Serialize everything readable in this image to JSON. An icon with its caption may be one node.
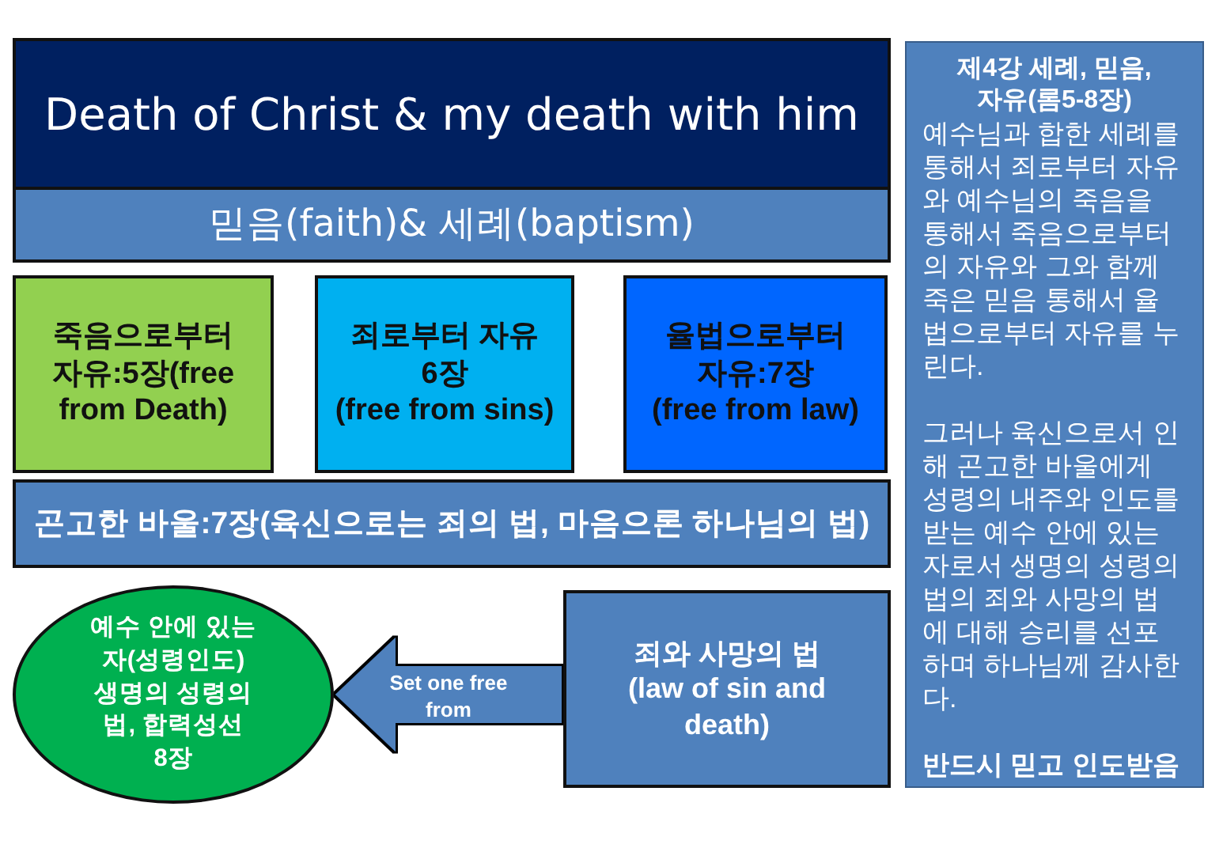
{
  "diagram": {
    "nodes": [
      {
        "text": [
          "Death of Christ & my death with him"
        ]
      },
      {
        "text": [
          "믿음(faith)& 세례(baptism)"
        ]
      },
      {
        "text": [
          "죽음으로부터 자유:5장(free from Death)"
        ]
      },
      {
        "text": [
          "죄로부터 자유 6장 (free from sins)"
        ]
      },
      {
        "text": [
          "율법으로부터 자유:7장 (free from law)"
        ]
      },
      {
        "text": [
          "곤고한 바울:7장(육신으로는 죄의 법, 마음으론 하나님의 법)"
        ]
      },
      {
        "text": [
          "예수 안에 있는 자(성령인도) 생명의 성령의 법, 합력성선 8장"
        ]
      },
      {
        "text": [
          "죄와 사망의 법 (law of sin and death)"
        ]
      },
      {
        "text": [
          "제4강 세례, 믿음, 자유(롬5-8장)",
          "예수님과 합한 세례를 통해서 죄로부터 자유와 예수님의 죽음을 통해서 죽음으로부터의 자유와 그와 함께 죽은 믿음 통해서 율법으로부터 자유를 누린다.",
          "그러나 육신으로서 인해 곤고한 바울에게 성령의 내주와 인도를 받는 예수 안에 있는 자로서 생명의 성령의 법의 죄와 사망의 법에 대해 승리를 선포하며 하나님께 감사한다.",
          "반드시 믿고 인도받음"
        ]
      }
    ],
    "edges": [
      {
        "from": 7,
        "to": 6,
        "arrow": "to",
        "label": "Set one free from"
      }
    ]
  }
}
